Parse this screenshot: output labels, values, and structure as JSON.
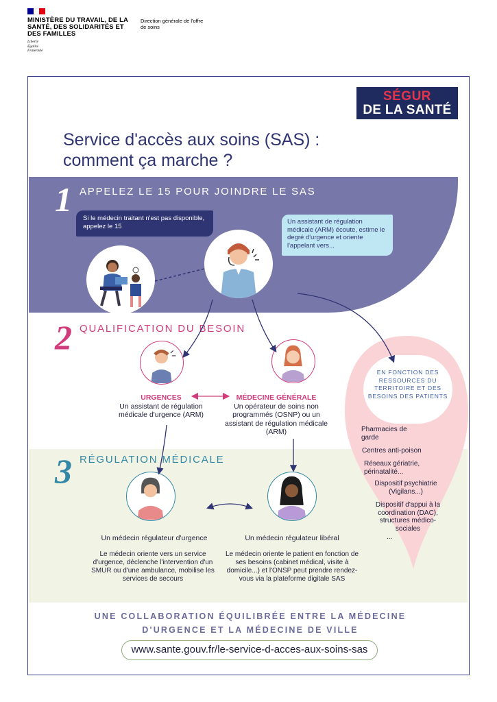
{
  "header": {
    "ministry": "MINISTÈRE DU TRAVAIL, DE LA SANTÉ, DES SOLIDARITÉS ET DES FAMILLES",
    "motto": [
      "Liberté",
      "Égalité",
      "Fraternité"
    ],
    "direction": "Direction générale de l'offre de soins"
  },
  "logo": {
    "line1": "SÉGUR",
    "line2": "DE LA SANTÉ"
  },
  "title": "Service d'accès aux soins (SAS) : comment ça marche ?",
  "section1": {
    "number": "1",
    "title": "APPELEZ LE 15 POUR JOINDRE LE SAS",
    "bubble_left": "Si le médecin traitant n'est pas disponible, appelez le 15",
    "bubble_right": "Un assistant de régulation médicale (ARM) écoute, estime le degré d'urgence et oriente l'appelant vers..."
  },
  "section2": {
    "number": "2",
    "title": "QUALIFICATION DU BESOIN",
    "urgences_title": "URGENCES",
    "urgences_text": "Un assistant de régulation médicale d'urgence (ARM)",
    "medecine_title": "MÉDECINE GÉNÉRALE",
    "medecine_text": "Un opérateur de soins non programmés (OSNP) ou un assistant de régulation médicale (ARM)"
  },
  "resources": {
    "heading": "EN FONCTION DES RESSOURCES DU TERRITOIRE ET DES BESOINS DES PATIENTS",
    "items": [
      "Pharmacies de garde",
      "Centres anti-poison",
      "Réseaux gériatrie, périnatalité...",
      "Dispositif psychiatrie (Vigilans...)",
      "Dispositif d'appui à la coordination (DAC), structures médico-sociales",
      "..."
    ]
  },
  "section3": {
    "number": "3",
    "title": "RÉGULATION MÉDICALE",
    "urgence_title": "Un médecin régulateur d'urgence",
    "urgence_text": "Le médecin oriente vers un service d'urgence, déclenche l'intervention d'un SMUR ou d'une ambulance, mobilise les services de secours",
    "liberal_title": "Un médecin régulateur libéral",
    "liberal_text": "Le médecin oriente le patient en fonction de ses besoins (cabinet médical, visite à domicile...) et l'ONSP peut prendre rendez-vous via la plateforme digitale SAS"
  },
  "footer": {
    "collab": "UNE COLLABORATION ÉQUILIBRÉE ENTRE LA MÉDECINE D'URGENCE ET LA MÉDECINE DE VILLE",
    "url": "www.sante.gouv.fr/le-service-d-acces-aux-soins-sas"
  },
  "colors": {
    "navy": "#2f3472",
    "band_purple": "#7877a9",
    "pink": "#d23c7c",
    "teal": "#3288a6",
    "light_pink": "#f9d3d6",
    "light_blue": "#bfe6f3",
    "light_green": "#f1f3e5",
    "segur_red": "#e5344c"
  }
}
